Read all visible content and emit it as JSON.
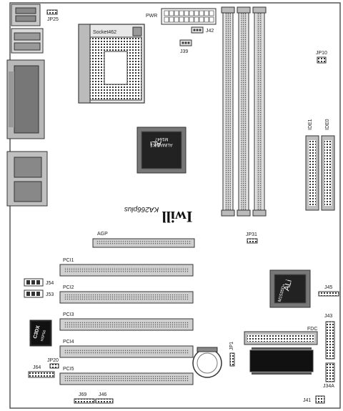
{
  "jumpers": {
    "jp25": "JP25",
    "jp42": "J42",
    "j39": "J39",
    "jp10": "JP10",
    "jp31": "JP31",
    "j45": "J45",
    "j43": "J43",
    "jp1": "JP1",
    "j54": "J54",
    "j53": "J53",
    "jp20": "JP20",
    "j64": "J64",
    "j69": "J69",
    "j46": "J46",
    "j41": "J41",
    "j34a": "J34A"
  },
  "connectors": {
    "pwr": "PWR",
    "ide1": "IDE1",
    "ide0": "IDE0",
    "fdc": "FDC",
    "agp": "AGP"
  },
  "socket": {
    "label": "Socket462"
  },
  "northbridge": {
    "brand": "ALi",
    "model": "ALiMAGiK1",
    "part": "M1647"
  },
  "southbridge": {
    "brand": "ALi",
    "model": "M1535D+"
  },
  "audio_chip": {
    "brand": "C3DX",
    "model": "HSP56"
  },
  "logo": {
    "brand": "Iwill",
    "model": "KA266plus"
  },
  "pci_slots": [
    "PCI1",
    "PCI2",
    "PCI3",
    "PCI4",
    "PCI5"
  ]
}
